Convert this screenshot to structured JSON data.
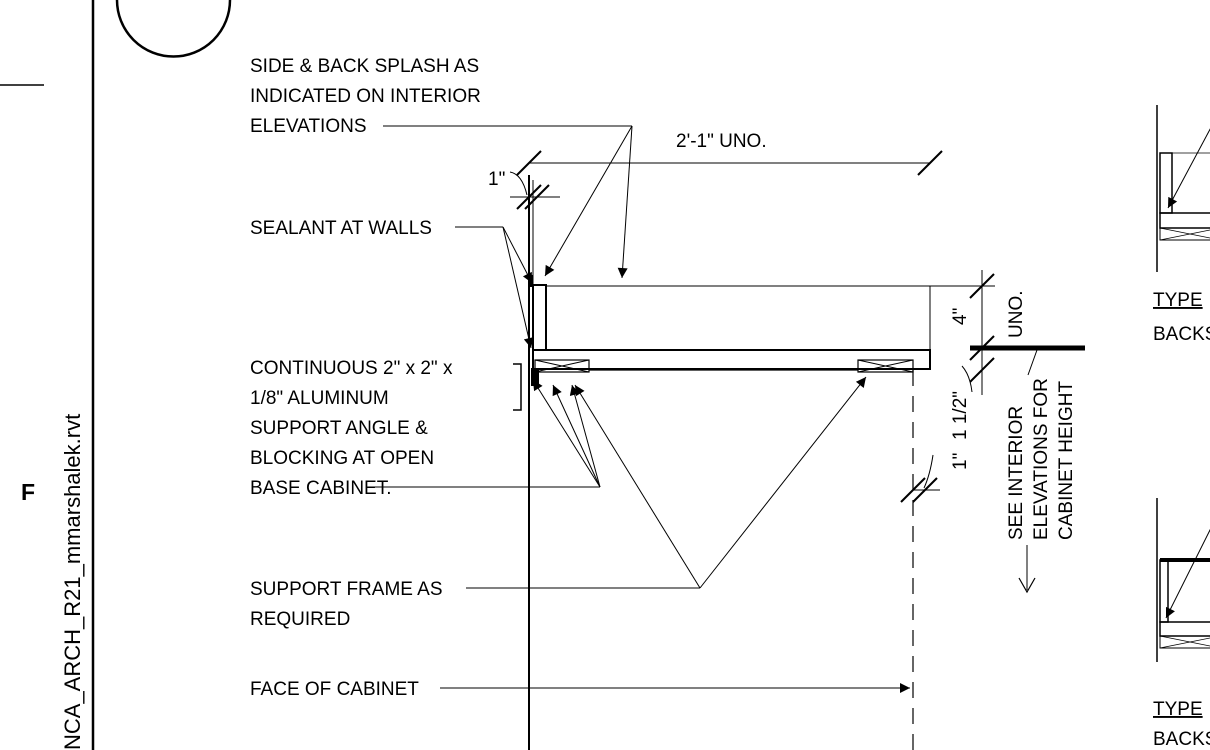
{
  "sheet": {
    "grid_letter": "F",
    "file_name": "NCA_ARCH_R21_mmarshalek.rvt"
  },
  "notes": {
    "splash": [
      "SIDE & BACK SPLASH AS",
      "INDICATED ON INTERIOR",
      "ELEVATIONS"
    ],
    "sealant": "SEALANT AT WALLS",
    "angle": [
      "CONTINUOUS 2\" x 2\" x",
      "1/8\"  ALUMINUM",
      "SUPPORT ANGLE &",
      "BLOCKING AT OPEN",
      "BASE CABINET."
    ],
    "frame": [
      "SUPPORT FRAME AS",
      "REQUIRED"
    ],
    "face": "FACE OF CABINET",
    "see_interior": [
      "SEE INTERIOR",
      "ELEVATIONS FOR",
      "CABINET HEIGHT"
    ]
  },
  "dimensions": {
    "depth": "2'-1\" UNO.",
    "offset_top": "1\"",
    "splash_height": "4\"",
    "splash_uno": "UNO.",
    "top_thickness": "1 1/2\"",
    "overhang": "1\""
  },
  "right_details": {
    "type_a_title": "TYPE",
    "type_a_sub": "BACKS",
    "type_b_title": "TYPE",
    "type_b_sub": "BACKS"
  }
}
